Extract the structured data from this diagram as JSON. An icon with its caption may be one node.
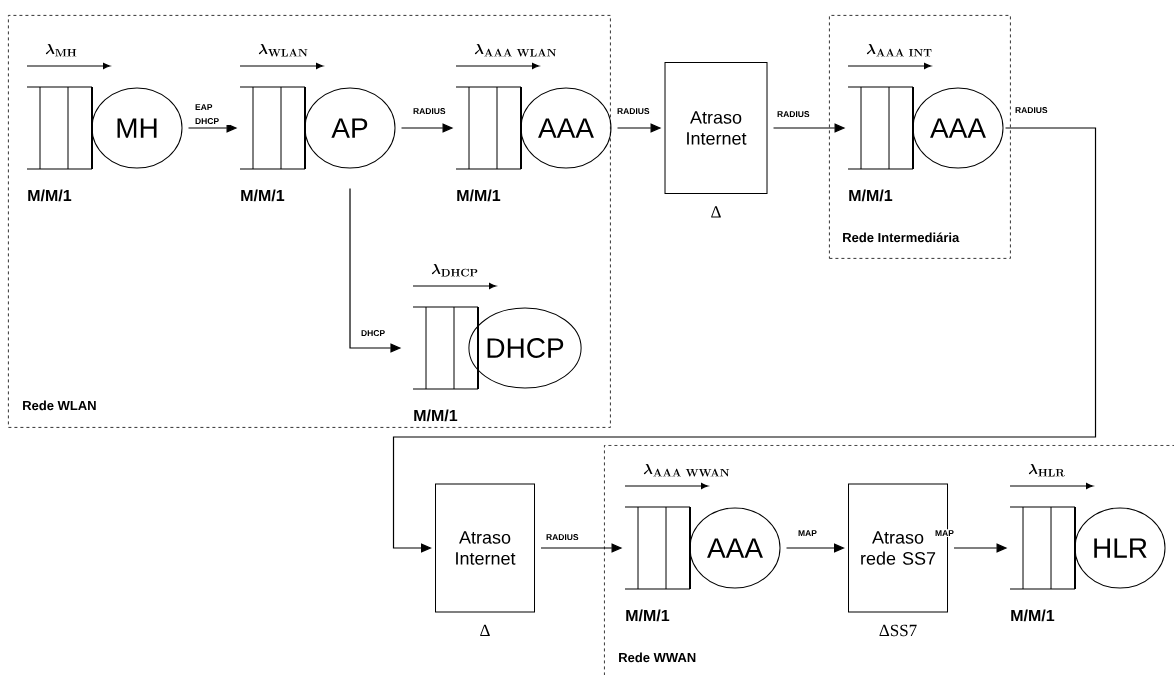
{
  "diagram": {
    "nodes": [
      {
        "text": [
          "Rede WLAN"
        ]
      },
      {
        "text": [
          "MH"
        ],
        "in": 0,
        "beside": [
          "\\lambda_{\\mathbf{MH}}",
          "M/M/1"
        ]
      },
      {
        "text": [
          "AP"
        ],
        "in": 0,
        "beside": [
          "\\lambda_{\\mathbf{WLAN}}",
          "M/M/1"
        ]
      },
      {
        "text": [
          "AAA"
        ],
        "in": 0,
        "beside": [
          "\\lambda_{\\mathbf{AAA\\ WLAN}}",
          "M/M/1"
        ]
      },
      {
        "text": [
          "DHCP"
        ],
        "in": 0,
        "beside": [
          "\\lambda_{\\mathbf{DHCP}}",
          "M/M/1"
        ]
      },
      {
        "text": [
          "Atraso Internet"
        ],
        "beside": [
          "Δ"
        ]
      },
      {
        "text": [
          "Rede Intermediária"
        ]
      },
      {
        "text": [
          "AAA"
        ],
        "in": 6,
        "beside": [
          "\\lambda_{\\mathbf{AAA\\ INT}}",
          "M/M/1"
        ]
      },
      {
        "text": [
          "Atraso Internet"
        ],
        "beside": [
          "Δ"
        ]
      },
      {
        "text": [
          "Rede WWAN"
        ]
      },
      {
        "text": [
          "AAA"
        ],
        "in": 9,
        "beside": [
          "\\lambda_{\\mathbf{AAA\\ WWAN}}",
          "M/M/1"
        ]
      },
      {
        "text": [
          "Atraso rede SS7"
        ],
        "in": 9,
        "beside": [
          "ΔSS7"
        ]
      },
      {
        "text": [
          "HLR"
        ],
        "in": 9,
        "beside": [
          "\\lambda_{\\mathbf{HLR}}",
          "M/M/1"
        ]
      }
    ],
    "edges": [
      {
        "from": 1,
        "to": 2,
        "arrow": "to",
        "label": "EAP DHCP"
      },
      {
        "from": 2,
        "to": 3,
        "arrow": "to",
        "label": "RADIUS"
      },
      {
        "from": 2,
        "to": 4,
        "arrow": "to",
        "label": "DHCP"
      },
      {
        "from": 3,
        "to": 5,
        "arrow": "to",
        "label": "RADIUS"
      },
      {
        "from": 5,
        "to": 7,
        "arrow": "to",
        "label": "RADIUS"
      },
      {
        "from": 7,
        "to": 8,
        "arrow": "to",
        "label": "RADIUS"
      },
      {
        "from": 8,
        "to": 10,
        "arrow": "to",
        "label": "RADIUS"
      },
      {
        "from": 10,
        "to": 11,
        "arrow": "to",
        "label": "MAP"
      },
      {
        "from": 11,
        "to": 12,
        "arrow": "to",
        "label": "MAP"
      }
    ]
  }
}
